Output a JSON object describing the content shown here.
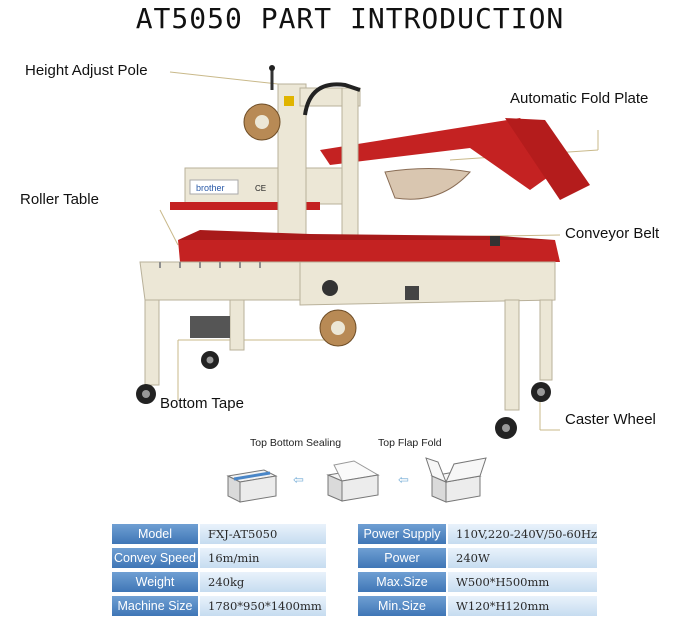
{
  "title": "AT5050 PART INTRODUCTION",
  "callouts": {
    "height_adjust_pole": "Height Adjust Pole",
    "automatic_fold_plate": "Automatic Fold Plate",
    "roller_table": "Roller Table",
    "conveyor_belt": "Conveyor Belt",
    "bottom_tape": "Bottom Tape",
    "caster_wheel": "Caster Wheel"
  },
  "machine_labels": {
    "brand": "brother",
    "mark": "CE"
  },
  "process": {
    "step_top_bottom_sealing": "Top Bottom Sealing",
    "step_top_flap_fold": "Top Flap Fold",
    "arrow_glyph": "⇦"
  },
  "specs_left": [
    {
      "label": "Model",
      "value": "FXJ-AT5050"
    },
    {
      "label": "Convey Speed",
      "value": "16m/min"
    },
    {
      "label": "Weight",
      "value": "240kg"
    },
    {
      "label": "Machine Size",
      "value": "1780*950*1400mm"
    }
  ],
  "specs_right": [
    {
      "label": "Power Supply",
      "value": "110V,220-240V/50-60Hz"
    },
    {
      "label": "Power",
      "value": "240W"
    },
    {
      "label": "Max.Size",
      "value": "W500*H500mm"
    },
    {
      "label": "Min.Size",
      "value": "W120*H120mm"
    }
  ],
  "colors": {
    "machine_body": "#ece7d6",
    "fold_plate": "#c42222",
    "label_cell": "#4a7fbf",
    "value_cell": "#d6e6f5",
    "arrow": "#7ab0d8"
  }
}
